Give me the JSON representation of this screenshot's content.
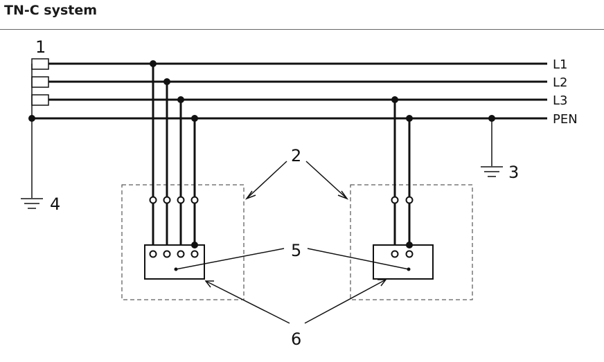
{
  "header": {
    "title": "TN-C system"
  },
  "conductors": {
    "l1": "L1",
    "l2": "L2",
    "l3": "L3",
    "pen": "PEN"
  },
  "callouts": {
    "c1": "1",
    "c2": "2",
    "c3": "3",
    "c4": "4",
    "c5": "5",
    "c6": "6"
  }
}
